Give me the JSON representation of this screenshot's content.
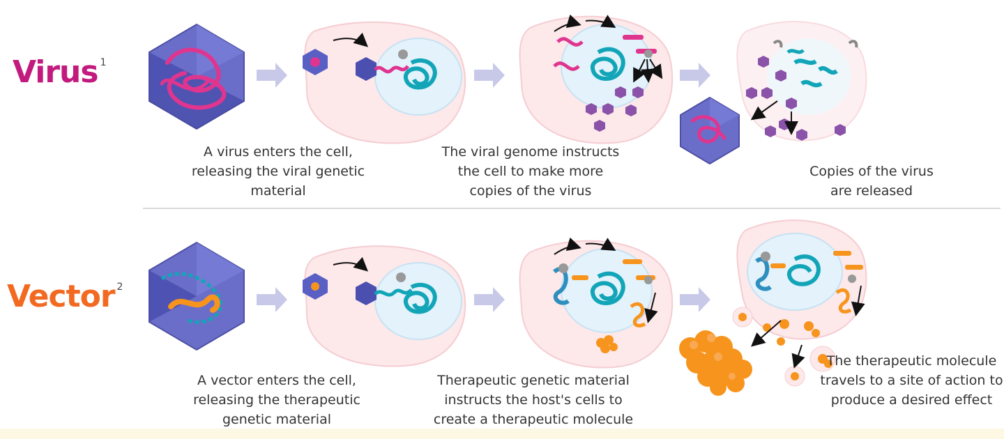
{
  "rows": [
    {
      "label": "Virus",
      "footnote": "1",
      "color": "#c21a7e",
      "captions": [
        "A virus enters the cell, releasing the viral genetic material",
        "The viral genome instructs the cell to make more copies of the virus",
        "Copies of the virus are released"
      ]
    },
    {
      "label": "Vector",
      "footnote": "2",
      "color": "#f26a21",
      "captions": [
        "A vector enters the cell, releasing the therapeutic genetic material",
        "Therapeutic genetic material instructs the host's cells to create a therapeutic molecule",
        "The therapeutic molecule travels to a site of action to produce a desired effect"
      ]
    }
  ],
  "colors": {
    "capsid": "#4a4fb0",
    "capsid_light": "#7b7fd6",
    "cell": "#fde8ea",
    "nucleus": "#e3f2fb",
    "host_dna": "#12a5b8",
    "viral_rna": "#e0358f",
    "vector_gene": "#f7941d",
    "process_arrow": "#c8c9e8"
  }
}
